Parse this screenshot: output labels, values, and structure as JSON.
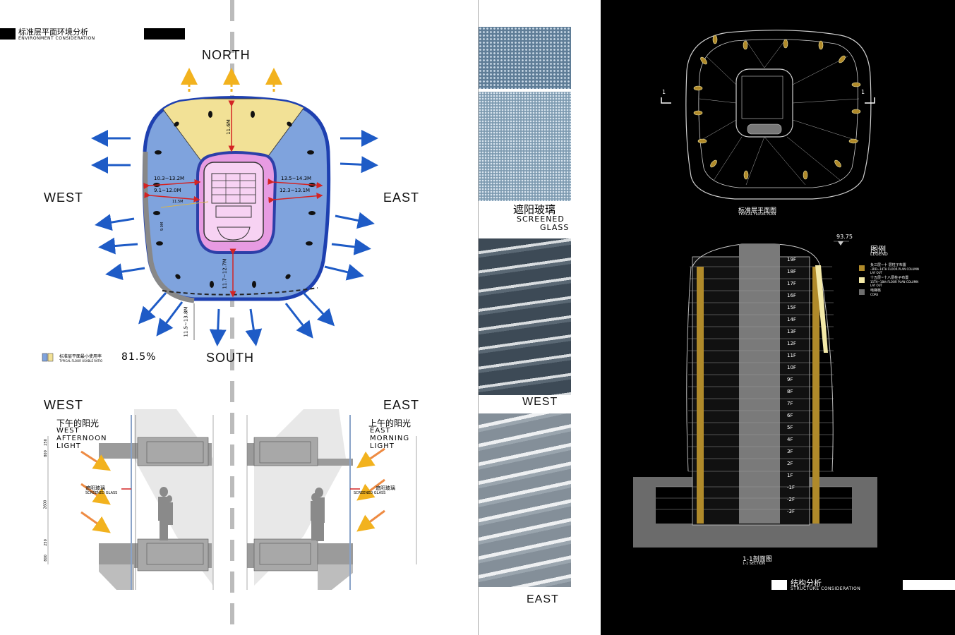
{
  "left_panel": {
    "title_cn": "标准层平面环境分析",
    "title_en": "ENVIRONMENT CONSIDERATION",
    "directions": {
      "north": "NORTH",
      "south": "SOUTH",
      "west": "WEST",
      "east": "EAST"
    },
    "dimensions": {
      "north_depth": "11.6M",
      "west_upper": "10.3~13.2M",
      "west_lower": "9.1~12.0M",
      "east_upper": "13.5~14.3M",
      "east_lower": "12.3~13.1M",
      "inner_west": "11.5M",
      "inner_small": "9.0M",
      "south_depth": "11.7~12.7M",
      "south_overall": "11.5~13.8M"
    },
    "legend": {
      "cn": "标准层平面最小使用率",
      "en": "TYPICAL FLOOR USABLE RATIO",
      "value": "81.5%"
    },
    "section_west": {
      "heading": "WEST",
      "cn": "下午的阳光",
      "en1": "WEST",
      "en2": "AFTERNOON",
      "en3": "LIGHT",
      "glass_cn": "遮阳玻璃",
      "glass_en": "SCREENED GLASS"
    },
    "section_east": {
      "heading": "EAST",
      "cn": "上午的阳光",
      "en1": "EAST",
      "en2": "MORNING",
      "en3": "LIGHT",
      "glass_cn": "遮阳玻璃",
      "glass_en": "SCREENED GLASS"
    },
    "section_dims": [
      "250",
      "800",
      "2600",
      "250",
      "800"
    ]
  },
  "middle_panel": {
    "screened_cn": "遮阳玻璃",
    "screened_en1": "SCREENED",
    "screened_en2": "GLASS",
    "west_label": "WEST",
    "east_label": "EAST"
  },
  "right_panel": {
    "plan_cn": "标准层平面图",
    "plan_en": "TYPICAL FLOOR PLAN",
    "section_marker": "1",
    "level_mark": "93.75",
    "legend_cn": "图例",
    "legend_en": "LEGEND",
    "legend_items": [
      {
        "cn": "负三层~十  层柱子布置",
        "en": "-3RD~14TH FLOOR PLAN COLUMN LAY OUT",
        "color": "#b08a2a"
      },
      {
        "cn": "十五层~十八层柱子布置",
        "en": "15TH~18th FLOOR PLAN COLUMN LAY OUT",
        "color": "#f3e9a8"
      },
      {
        "cn": "电梯核",
        "en": "CORE",
        "color": "#6e6e6e"
      }
    ],
    "floors": [
      "19F",
      "18F",
      "17F",
      "16F",
      "15F",
      "14F",
      "13F",
      "12F",
      "11F",
      "10F",
      "9F",
      "8F",
      "7F",
      "6F",
      "5F",
      "4F",
      "3F",
      "2F",
      "1F",
      "-1F",
      "-2F",
      "-3F"
    ],
    "section_cn": "1-1剖面图",
    "section_en": "1-1 SECTION",
    "footer_cn": "结构分析",
    "footer_en": "STRUCTURE CONSIDERATION"
  },
  "colors": {
    "plan_blue": "#7fa3dd",
    "core_pink": "#e79be2",
    "north_yellow": "#f2e196",
    "arrow_blue": "#1e5bc6",
    "arrow_yellow": "#f2b21e",
    "dim_red": "#d42424",
    "gold": "#b08a2a",
    "pale_gold": "#f3e9a8"
  }
}
